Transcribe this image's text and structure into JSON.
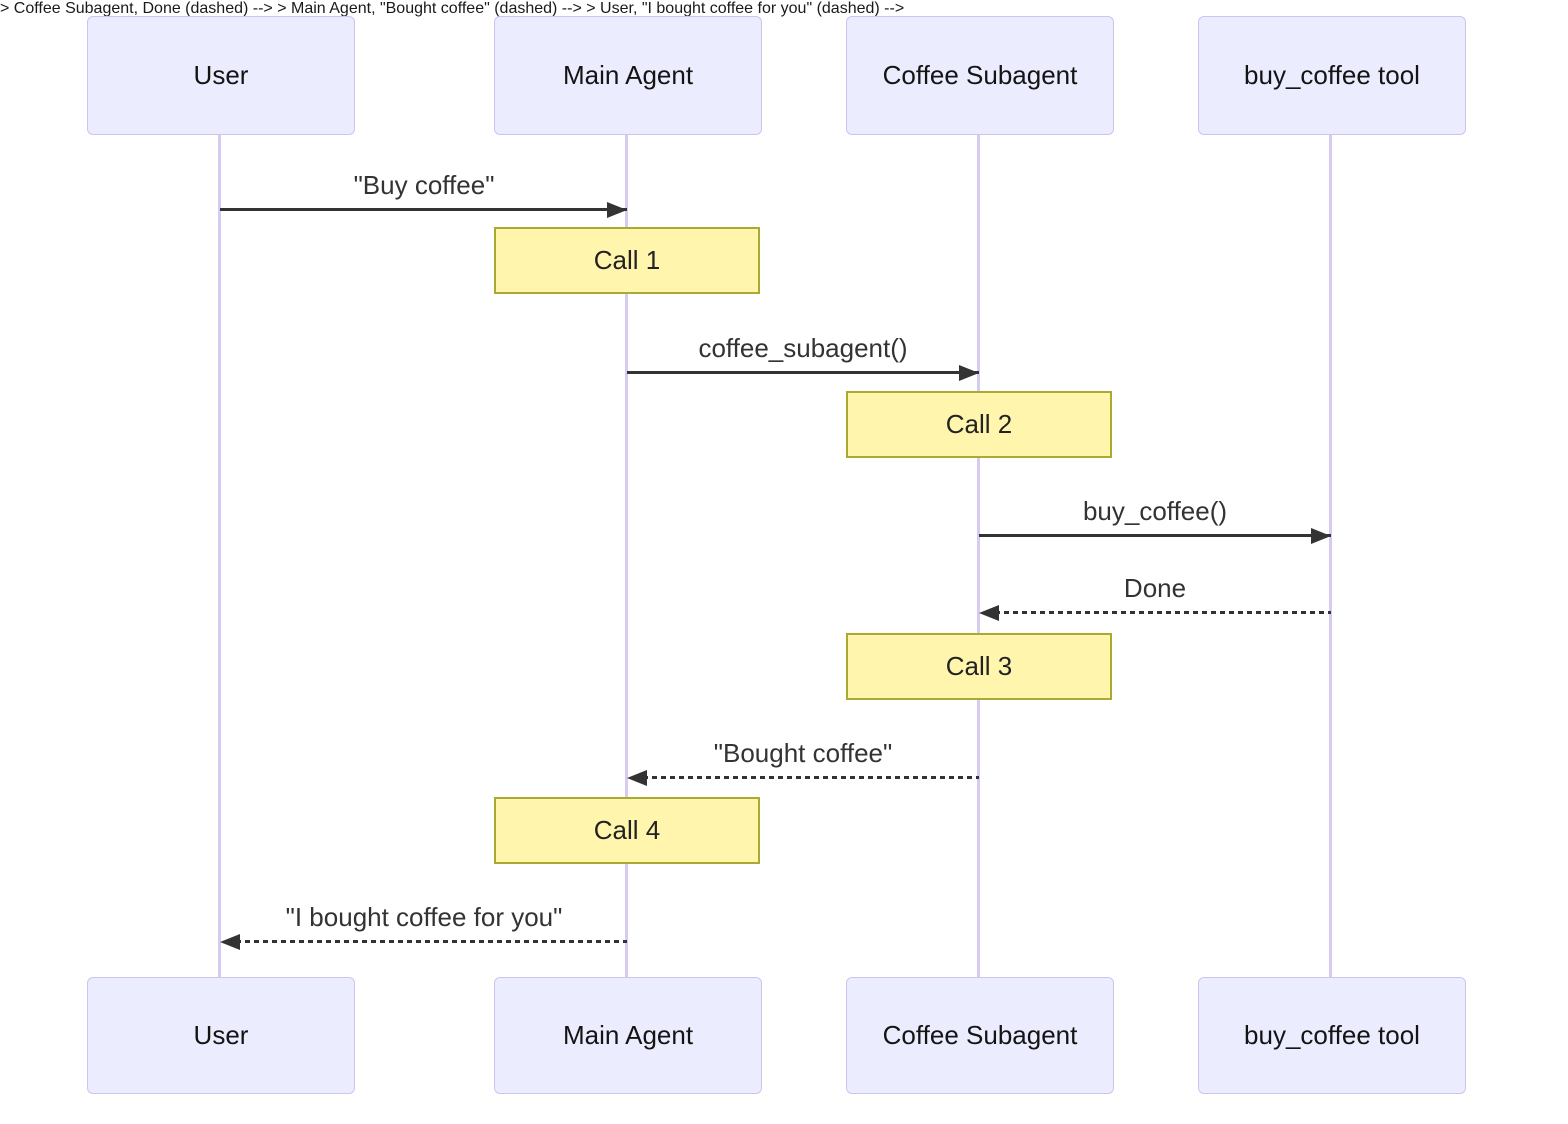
{
  "diagram": {
    "type": "sequence-diagram",
    "background": "#FFFFFF",
    "colors": {
      "actor_fill": "#ECECFF",
      "actor_border": "#CFC4F0",
      "lifeline": "#D7CBF2",
      "note_fill": "#FFF5AD",
      "note_border": "#AAAA33",
      "message_line": "#333333",
      "text": "#1A1A1A"
    },
    "actors": [
      {
        "id": "user",
        "name": "User"
      },
      {
        "id": "main-agent",
        "name": "Main Agent"
      },
      {
        "id": "coffee-subagent",
        "name": "Coffee Subagent"
      },
      {
        "id": "buy-coffee-tool",
        "name": "buy_coffee tool"
      }
    ],
    "messages": [
      {
        "from": "User",
        "to": "Main Agent",
        "label": "\"Buy coffee\"",
        "line": "solid"
      },
      {
        "from": "Main Agent",
        "to": "Coffee Subagent",
        "label": "coffee_subagent()",
        "line": "solid"
      },
      {
        "from": "Coffee Subagent",
        "to": "buy_coffee tool",
        "label": "buy_coffee()",
        "line": "solid"
      },
      {
        "from": "buy_coffee tool",
        "to": "Coffee Subagent",
        "label": "Done",
        "line": "dashed"
      },
      {
        "from": "Coffee Subagent",
        "to": "Main Agent",
        "label": "\"Bought coffee\"",
        "line": "dashed"
      },
      {
        "from": "Main Agent",
        "to": "User",
        "label": "\"I bought coffee for you\"",
        "line": "dashed"
      }
    ],
    "notes": [
      {
        "over": "Main Agent",
        "label": "Call 1"
      },
      {
        "over": "Coffee Subagent",
        "label": "Call 2"
      },
      {
        "over": "Coffee Subagent",
        "label": "Call 3"
      },
      {
        "over": "Main Agent",
        "label": "Call 4"
      }
    ]
  }
}
